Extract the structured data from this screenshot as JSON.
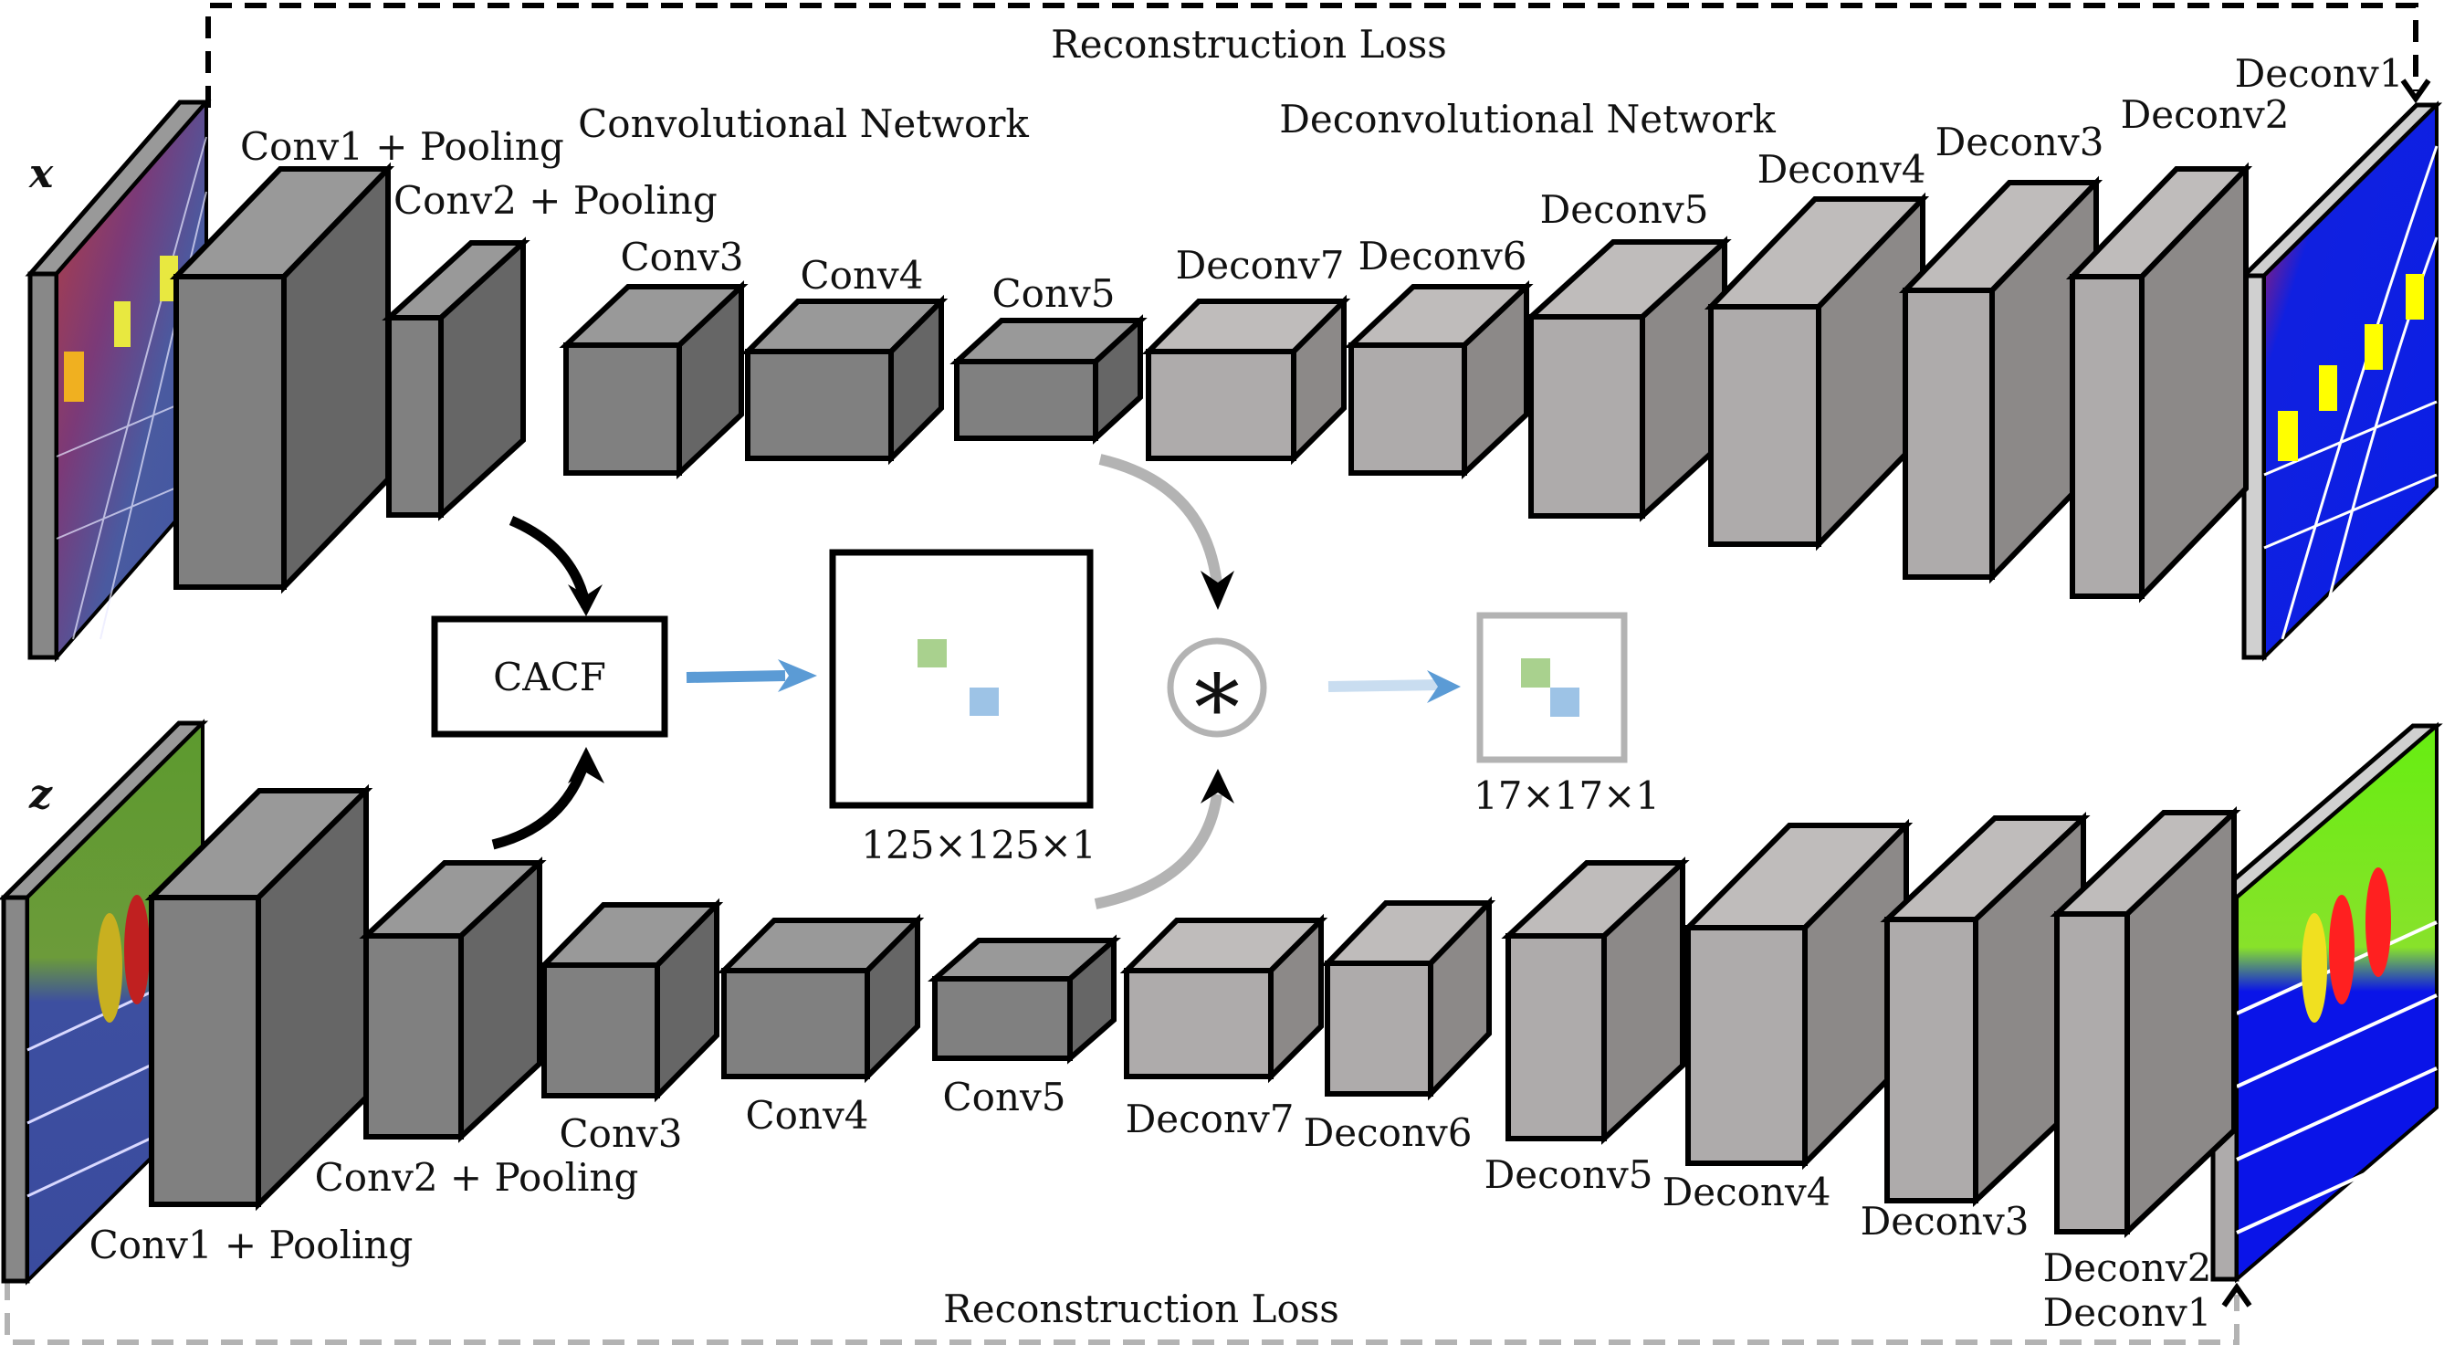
{
  "title": "Convolutional / Deconvolutional siamese network with CACF",
  "colors": {
    "conv_front": "#808080",
    "conv_top": "#999999",
    "conv_side": "#666666",
    "deconv_front": "#aeabab",
    "deconv_top": "#bfbcbb",
    "deconv_side": "#8c8988",
    "stroke": "#000000",
    "grey_arrow": "#b3b3b3",
    "blue_arrow": "#5b9bd5",
    "light_blue_arrow": "#c9ddf0",
    "green_patch": "#a9d18e",
    "blue_patch": "#9dc3e6",
    "loss_top": "#000000",
    "loss_bottom": "#b3b3b3"
  },
  "labels": {
    "reconstruction_loss_top": "Reconstruction Loss",
    "reconstruction_loss_bottom": "Reconstruction Loss",
    "conv_network": "Convolutional Network",
    "deconv_network": "Deconvolutional Network",
    "input_x": "x",
    "input_z": "z",
    "cacf": "CACF",
    "response_large": "125×125×1",
    "response_small": "17×17×1",
    "correlation_symbol": "∗"
  },
  "top_branch": {
    "input": "x",
    "layers": [
      "Conv1 + Pooling",
      "Conv2 + Pooling",
      "Conv3",
      "Conv4",
      "Conv5",
      "Deconv7",
      "Deconv6",
      "Deconv5",
      "Deconv4",
      "Deconv3",
      "Deconv2",
      "Deconv1"
    ]
  },
  "bottom_branch": {
    "input": "z",
    "layers": [
      "Conv1 + Pooling",
      "Conv2 + Pooling",
      "Conv3",
      "Conv4",
      "Conv5",
      "Deconv7",
      "Deconv6",
      "Deconv5",
      "Deconv4",
      "Deconv3",
      "Deconv2",
      "Deconv1"
    ]
  }
}
